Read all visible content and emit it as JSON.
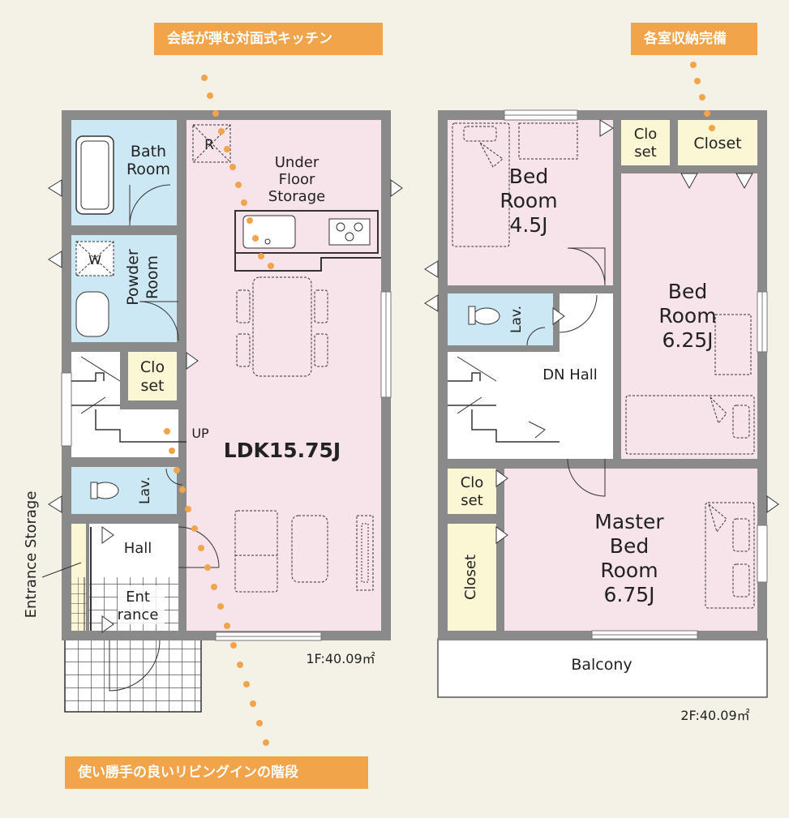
{
  "callouts": {
    "kitchen": "会話が弾む対面式キッチン",
    "storage": "各室収納完備",
    "stairs": "使い勝手の良いリビングインの階段"
  },
  "floor1": {
    "area": "1F:40.09㎡",
    "bath": [
      "Bath",
      "Room"
    ],
    "powder": [
      "Powder",
      "Room"
    ],
    "washer": "W",
    "refrigerator": "R",
    "under_floor": [
      "Under",
      "Floor",
      "Storage"
    ],
    "closet": [
      "Clo",
      "set"
    ],
    "up": "UP",
    "ldk": "LDK15.75J",
    "lav": "Lav.",
    "hall": "Hall",
    "entrance": [
      "Ent",
      "rance"
    ],
    "entrance_storage": "Entrance Storage"
  },
  "floor2": {
    "area": "2F:40.09㎡",
    "bed1": [
      "Bed",
      "Room",
      "4.5J"
    ],
    "bed2": [
      "Bed",
      "Room",
      "6.25J"
    ],
    "master": [
      "Master",
      "Bed",
      "Room",
      "6.75J"
    ],
    "closet_small": [
      "Clo",
      "set"
    ],
    "closet_top": "Closet",
    "closet_small2": [
      "Clo",
      "set"
    ],
    "closet_tall": "Closet",
    "lav": "Lav.",
    "dn_hall": "DN  Hall",
    "balcony": "Balcony"
  },
  "colors": {
    "pink": "#f7e3ea",
    "blue": "#cde8f5",
    "yellow": "#fbf6d3",
    "wall": "#8a8a8a",
    "accent": "#f1a44a"
  }
}
